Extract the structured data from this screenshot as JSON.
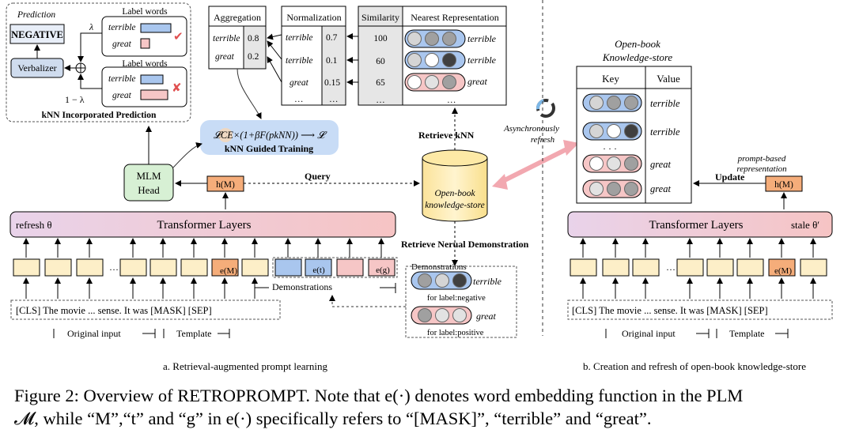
{
  "prediction_box": {
    "title": "Prediction",
    "negative_label": "NEGATIVE",
    "verbalizer_label": "Verbalizer",
    "lambda_label": "λ",
    "one_minus_lambda_label": "1 − λ",
    "plus_symbol": "⊕",
    "label_words_top": "Label words",
    "label_words_bottom": "Label words",
    "word_terrible": "terrible",
    "word_great": "great",
    "check_mark": "✔",
    "cross_mark": "✘",
    "footer": "kNN Incorporated Prediction"
  },
  "tables": {
    "aggregation": {
      "header": "Aggregation",
      "rows": [
        [
          "terrible",
          "0.8"
        ],
        [
          "great",
          "0.2"
        ]
      ]
    },
    "normalization": {
      "header": "Normalization",
      "rows": [
        [
          "terrible",
          "0.7"
        ],
        [
          "terrible",
          "0.1"
        ],
        [
          "great",
          "0.15"
        ],
        [
          "…",
          "…"
        ]
      ]
    },
    "similarity": {
      "header": "Similarity",
      "values": [
        "100",
        "60",
        "65",
        "…"
      ]
    },
    "nearest": {
      "header": "Nearest Representation",
      "labels": [
        "terrible",
        "terrible",
        "great",
        "…"
      ]
    }
  },
  "knn_training": {
    "formula": "𝓛CE×(1+βF(pkNN)) ⟶ 𝓛",
    "label": "kNN Guided Training"
  },
  "left_panel": {
    "mlm_head_line1": "MLM",
    "mlm_head_line2": "Head",
    "hm_label": "h(M)",
    "query_label": "Query",
    "retrieve_knn_label": "Retrieve kNN",
    "store_line1": "Open-book",
    "store_line2": "knowledge-store",
    "retrieve_demo_label": "Retrieve Nerual Demonstration",
    "transformer_label": "Transformer Layers",
    "refresh_label": "refresh θ",
    "emb_m": "e(M)",
    "emb_t": "e(t)",
    "emb_g": "e(g)",
    "ellipsis": "···",
    "input_text": "[CLS] The movie ... sense.  It was [MASK] [SEP]",
    "demonstrations_label": "Demonstrations",
    "original_input_label": "Original input",
    "template_label": "Template",
    "demo_box_title": "Demonstrations",
    "demo_terrible": "terrible",
    "demo_great": "great",
    "demo_neg_label": "for label:negative",
    "demo_pos_label": "for label:positive",
    "caption": "a. Retrieval-augmented prompt learning"
  },
  "async_label_line1": "Asynchronously",
  "async_label_line2": "refresh",
  "right_panel": {
    "store_title_line1": "Open-book",
    "store_title_line2": "Knowledge-store",
    "key_header": "Key",
    "value_header": "Value",
    "values": [
      "terrible",
      "terrible",
      "· · ·",
      "great",
      "great"
    ],
    "update_label": "Update",
    "prompt_rep_line1": "prompt-based",
    "prompt_rep_line2": "representation",
    "hm_label": "h(M)",
    "transformer_label": "Transformer Layers",
    "stale_label": "stale θ′",
    "emb_m": "e(M)",
    "ellipsis": "···",
    "input_text": "[CLS] The movie ... sense.  It was [MASK] [SEP]",
    "original_input_label": "Original input",
    "template_label": "Template",
    "caption": "b. Creation and refresh of open-book knowledge-store"
  },
  "figure_caption": {
    "line1": "Figure 2: Overview of RETROPROMPT. Note that e(·) denotes word embedding function in the PLM",
    "line2": "𝓜, while “M”,“t” and “g” in e(·) specifically refers to “[MASK]”, “terrible” and “great”."
  },
  "colors": {
    "token_fill": "#fdefc8",
    "mask_fill": "#f5ad7a",
    "blue_fill": "#a9c6ee",
    "pink_fill": "#f6c6c6",
    "mlm_fill": "#d7f0d4",
    "knn_fill": "#c8dcf6",
    "store_fill": "#fde9a6",
    "check": "#e05050",
    "async_arrow": "#f2a8b0"
  }
}
